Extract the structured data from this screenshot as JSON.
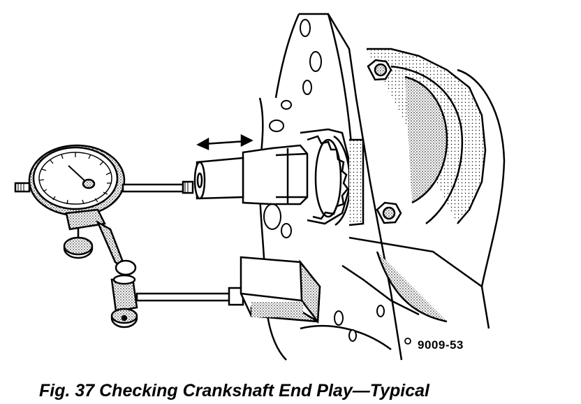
{
  "figure": {
    "id_label": "9009-53",
    "caption": "Fig. 37 Checking Crankshaft End Play—Typical",
    "illustration": "dial-indicator-on-crankshaft-drawing"
  },
  "colors": {
    "ink": "#000000",
    "paper": "#ffffff",
    "stipple": "#8a8a8a"
  }
}
